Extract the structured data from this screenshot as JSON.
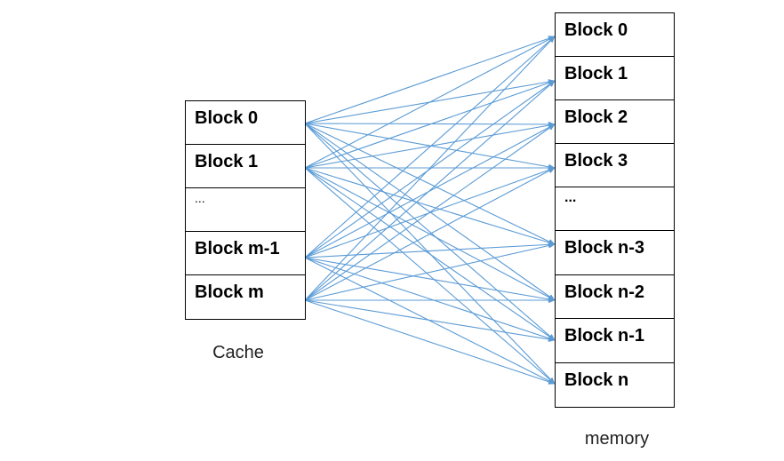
{
  "cache": {
    "label": "Cache",
    "blocks": [
      "Block 0",
      "Block 1",
      "...",
      "Block m-1",
      "Block m"
    ]
  },
  "memory": {
    "label": "memory",
    "blocks": [
      "Block 0",
      "Block 1",
      "Block 2",
      "Block 3",
      "...",
      "Block n-3",
      "Block n-2",
      "Block n-1",
      "Block n"
    ]
  },
  "connections": {
    "from_cache_blocks": [
      0,
      1,
      3,
      4
    ],
    "to_memory_blocks": [
      0,
      1,
      2,
      3,
      5,
      6,
      7,
      8
    ]
  },
  "colors": {
    "arrow": "#5B9BD5",
    "border": "#000000"
  }
}
